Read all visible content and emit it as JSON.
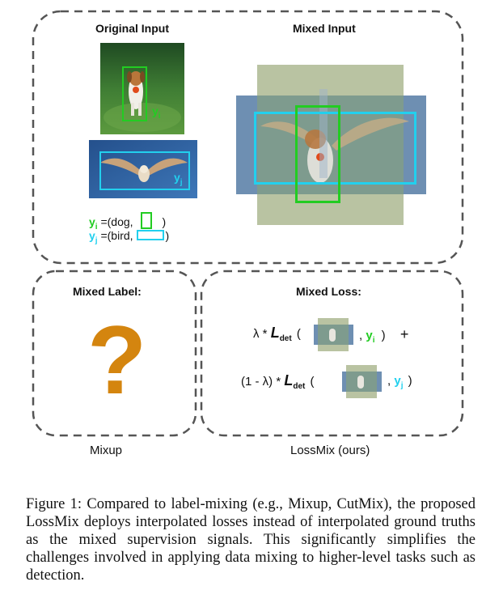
{
  "figure": {
    "top_panel": {
      "original_title": "Original Input",
      "mixed_title": "Mixed Input",
      "label_yi": "y",
      "label_yi_sub": "i",
      "label_yj": "y",
      "label_yj_sub": "j",
      "legend_yi_text": "=(dog,",
      "legend_yj_text": "=(bird,",
      "legend_close": ")"
    },
    "left_panel": {
      "title": "Mixed Label:",
      "mark": "?",
      "footer": "Mixup"
    },
    "right_panel": {
      "title": "Mixed Loss:",
      "row1_prefix": "λ *",
      "row2_prefix": "(1 - λ) *",
      "loss_L": "L",
      "loss_sub": "det",
      "open_paren": "(",
      "close_paren": ")",
      "comma": ",",
      "plus": "+",
      "footer": "LossMix (ours)"
    },
    "colors": {
      "yi": "#22cc22",
      "yj": "#22d0ee",
      "question": "#d4850f",
      "dash": "#555555"
    }
  },
  "caption": "Figure 1: Compared to label-mixing (e.g., Mixup, CutMix), the proposed LossMix deploys interpolated losses instead of interpolated ground truths as the mixed supervision signals. This significantly simplifies the challenges involved in applying data mixing to higher-level tasks such as detection."
}
